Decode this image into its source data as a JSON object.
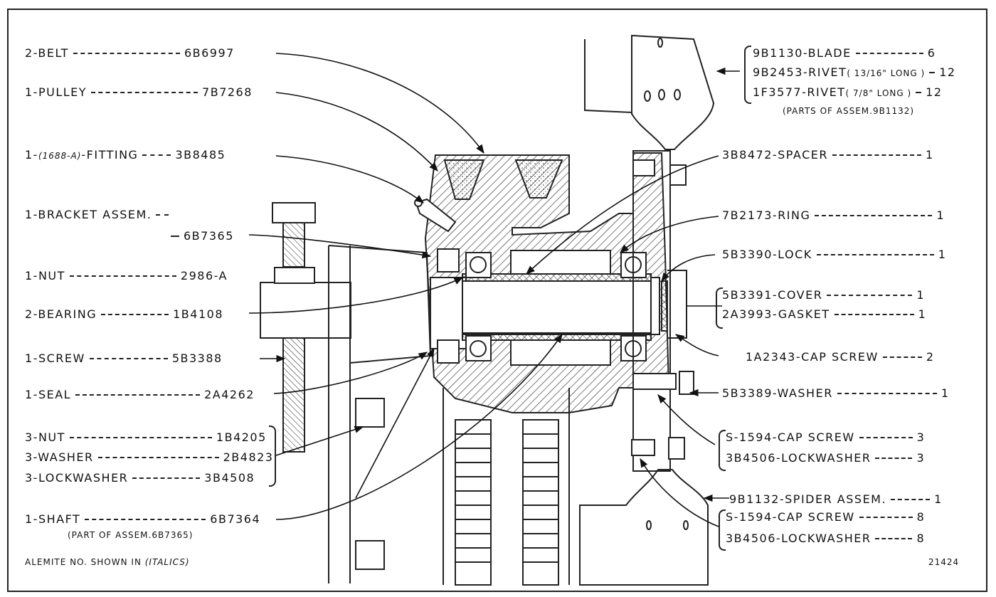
{
  "labels_left": {
    "belt": {
      "name": "2-BELT",
      "part": "6B6997"
    },
    "pulley": {
      "name": "1-PULLEY",
      "part": "7B7268"
    },
    "fitting": {
      "name_prefix": "1-",
      "alemite": "(1688-A)",
      "name_suffix": "-FITTING",
      "part": "3B8485"
    },
    "bracket": {
      "name": "1-BRACKET ASSEM.",
      "part": "6B7365"
    },
    "nut": {
      "name": "1-NUT",
      "part": "2986-A"
    },
    "bearing": {
      "name": "2-BEARING",
      "part": "1B4108"
    },
    "screw": {
      "name": "1-SCREW",
      "part": "5B3388"
    },
    "seal": {
      "name": "1-SEAL",
      "part": "2A4262"
    },
    "nut3": {
      "name": "3-NUT",
      "part": "1B4205"
    },
    "washer3": {
      "name": "3-WASHER",
      "part": "2B4823"
    },
    "lockwasher3": {
      "name": "3-LOCKWASHER",
      "part": "3B4508"
    },
    "shaft": {
      "name": "1-SHAFT",
      "part": "6B7364",
      "note": "(PART OF ASSEM.6B7365)"
    },
    "footnote": {
      "text": "ALEMITE NO. SHOWN IN",
      "italic": "(ITALICS)"
    }
  },
  "labels_right": {
    "blade": {
      "part": "9B1130",
      "name": "-BLADE",
      "qty": "6"
    },
    "rivet1": {
      "part": "9B2453",
      "name": "-RIVET",
      "size": "( 13/16\" LONG )",
      "qty": "12"
    },
    "rivet2": {
      "part": "1F3577",
      "name": "-RIVET",
      "size": "( 7/8\" LONG )",
      "qty": "12"
    },
    "rivet_note": "(PARTS OF ASSEM.9B1132)",
    "spacer": {
      "part": "3B8472",
      "name": "-SPACER",
      "qty": "1"
    },
    "ring": {
      "part": "7B2173",
      "name": "-RING",
      "qty": "1"
    },
    "lock": {
      "part": "5B3390",
      "name": "-LOCK",
      "qty": "1"
    },
    "cover": {
      "part": "5B3391",
      "name": "-COVER",
      "qty": "1"
    },
    "gasket": {
      "part": "2A3993",
      "name": "-GASKET",
      "qty": "1"
    },
    "capscrew1": {
      "part": "1A2343",
      "name": "-CAP SCREW",
      "qty": "2"
    },
    "washer": {
      "part": "5B3389",
      "name": "-WASHER",
      "qty": "1"
    },
    "capscrew2": {
      "part": "S-1594",
      "name": "-CAP SCREW",
      "qty": "3"
    },
    "lockwasher2": {
      "part": "3B4506",
      "name": "-LOCKWASHER",
      "qty": "3"
    },
    "spider": {
      "part": "9B1132",
      "name": "-SPIDER ASSEM.",
      "qty": "1"
    },
    "capscrew3": {
      "part": "S-1594",
      "name": "-CAP SCREW",
      "qty": "8"
    },
    "lockwasher4": {
      "part": "3B4506",
      "name": "-LOCKWASHER",
      "qty": "8"
    }
  },
  "figure_number": "21424"
}
